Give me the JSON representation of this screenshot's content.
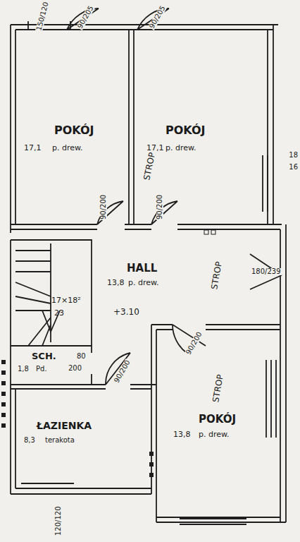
{
  "diagram": {
    "nodes": [
      {
        "text": [
          "POKÓJ",
          "17,1",
          "p. drew."
        ]
      },
      {
        "text": [
          "POKÓJ",
          "17,1",
          "p. drew."
        ]
      },
      {
        "text": [
          "17×18²",
          "23"
        ]
      },
      {
        "text": [
          "HALL",
          "13,8",
          "p. drew."
        ]
      },
      {
        "text": [
          "SCH.",
          "1,8",
          "Pd."
        ]
      },
      {
        "text": [
          "ŁAZIENKA",
          "8,3",
          "terakota"
        ]
      },
      {
        "text": [
          "POKÓJ",
          "13,8",
          "p. drew."
        ]
      }
    ],
    "labels": [
      "150/120",
      "90/205",
      "90/205",
      "STROP",
      "90/200",
      "90/200",
      "18",
      "16",
      "STROP",
      "180/239",
      "+3.10",
      "90/200",
      "80",
      "200",
      "90/200",
      "STROP",
      "120/120"
    ]
  }
}
